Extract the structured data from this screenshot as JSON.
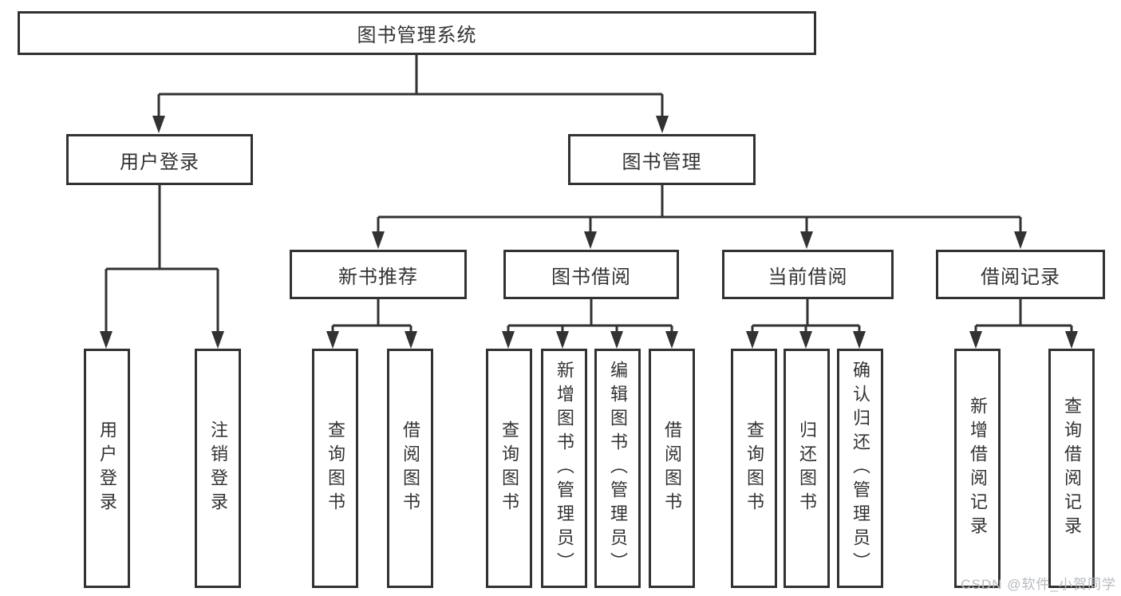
{
  "tree": {
    "label": "图书管理系统",
    "children": [
      {
        "label": "用户登录",
        "children": [
          {
            "label": "用户登录"
          },
          {
            "label": "注销登录"
          }
        ]
      },
      {
        "label": "图书管理",
        "children": [
          {
            "label": "新书推荐",
            "children": [
              {
                "label": "查询图书"
              },
              {
                "label": "借阅图书"
              }
            ]
          },
          {
            "label": "图书借阅",
            "children": [
              {
                "label": "查询图书"
              },
              {
                "label": "新增图书（管理员）"
              },
              {
                "label": "编辑图书（管理员）"
              },
              {
                "label": "借阅图书"
              }
            ]
          },
          {
            "label": "当前借阅",
            "children": [
              {
                "label": "查询图书"
              },
              {
                "label": "归还图书"
              },
              {
                "label": "确认归还（管理员）"
              }
            ]
          },
          {
            "label": "借阅记录",
            "children": [
              {
                "label": "新增借阅记录"
              },
              {
                "label": "查询借阅记录"
              }
            ]
          }
        ]
      }
    ]
  },
  "watermark": "CSDN @软件_小贺同学",
  "colors": {
    "line": "#323232",
    "text": "#333333",
    "watermark": "#b7babf"
  }
}
